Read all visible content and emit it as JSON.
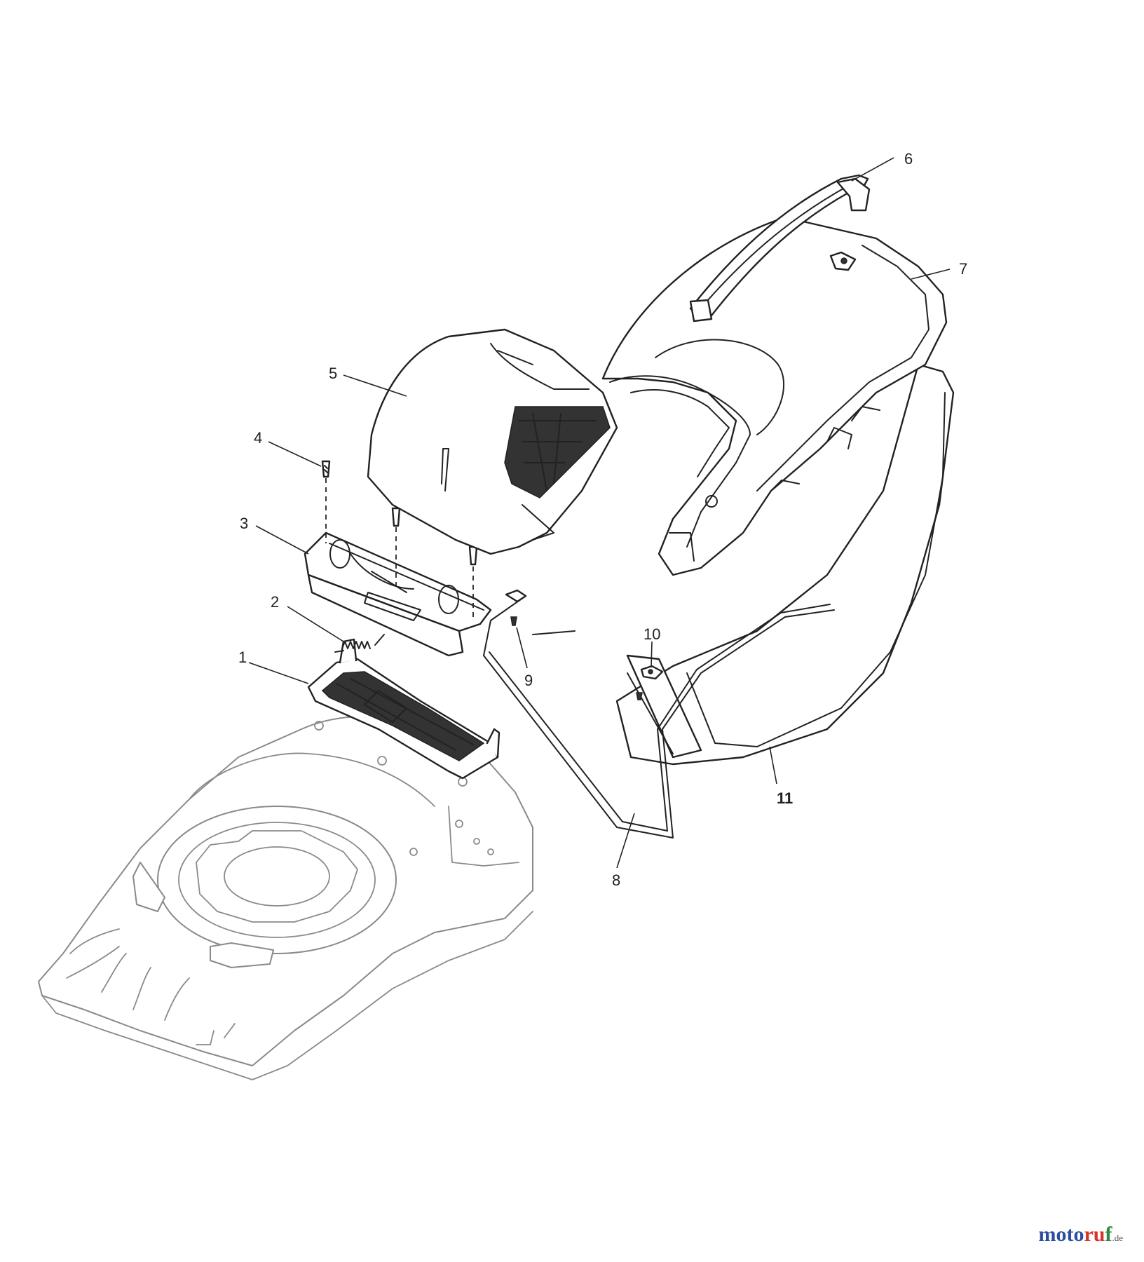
{
  "diagram": {
    "callouts": [
      {
        "id": "1",
        "label": "1"
      },
      {
        "id": "2",
        "label": "2"
      },
      {
        "id": "3",
        "label": "3"
      },
      {
        "id": "4",
        "label": "4"
      },
      {
        "id": "5",
        "label": "5"
      },
      {
        "id": "6",
        "label": "6"
      },
      {
        "id": "7",
        "label": "7"
      },
      {
        "id": "8",
        "label": "8"
      },
      {
        "id": "9",
        "label": "9"
      },
      {
        "id": "10",
        "label": "10"
      },
      {
        "id": "11",
        "label": "11"
      }
    ]
  },
  "watermark": {
    "part1": "moto",
    "part2": "ru",
    "part3": "f",
    "tld": ".de"
  },
  "colors": {
    "ink": "#222222",
    "deck_outline": "#8a8a8a",
    "watermark_blue": "#2c4f9e",
    "watermark_red": "#d4352b",
    "watermark_green": "#2c8a3f"
  }
}
